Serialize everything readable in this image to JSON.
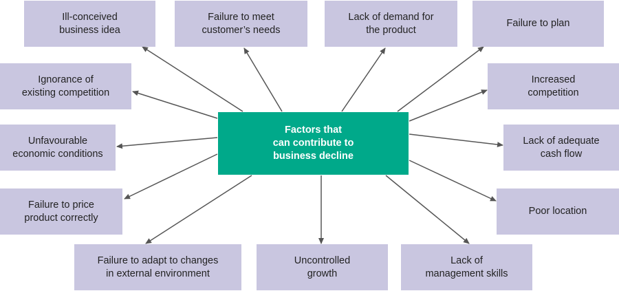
{
  "center": {
    "label": "Factors that\ncan contribute to\nbusiness decline",
    "color": "#00a98a"
  },
  "box_color": "#c9c6e0",
  "arrow_color": "#555555",
  "factors": [
    {
      "id": "ill-conceived-business-idea",
      "label": "Ill-conceived\nbusiness idea"
    },
    {
      "id": "failure-to-meet-customer-needs",
      "label": "Failure to meet\ncustomer’s needs"
    },
    {
      "id": "lack-of-demand-for-product",
      "label": "Lack of demand for\nthe product"
    },
    {
      "id": "failure-to-plan",
      "label": "Failure to plan"
    },
    {
      "id": "ignorance-of-existing-competition",
      "label": "Ignorance of\nexisting competition"
    },
    {
      "id": "increased-competition",
      "label": "Increased\ncompetition"
    },
    {
      "id": "unfavourable-economic-conditions",
      "label": "Unfavourable\neconomic conditions"
    },
    {
      "id": "lack-of-adequate-cash-flow",
      "label": "Lack of adequate\ncash flow"
    },
    {
      "id": "failure-to-price-product-correctly",
      "label": "Failure to price\nproduct correctly"
    },
    {
      "id": "poor-location",
      "label": "Poor location"
    },
    {
      "id": "failure-to-adapt-to-changes",
      "label": "Failure to adapt to changes\nin external environment"
    },
    {
      "id": "uncontrolled-growth",
      "label": "Uncontrolled\ngrowth"
    },
    {
      "id": "lack-of-management-skills",
      "label": "Lack of\nmanagement skills"
    }
  ]
}
